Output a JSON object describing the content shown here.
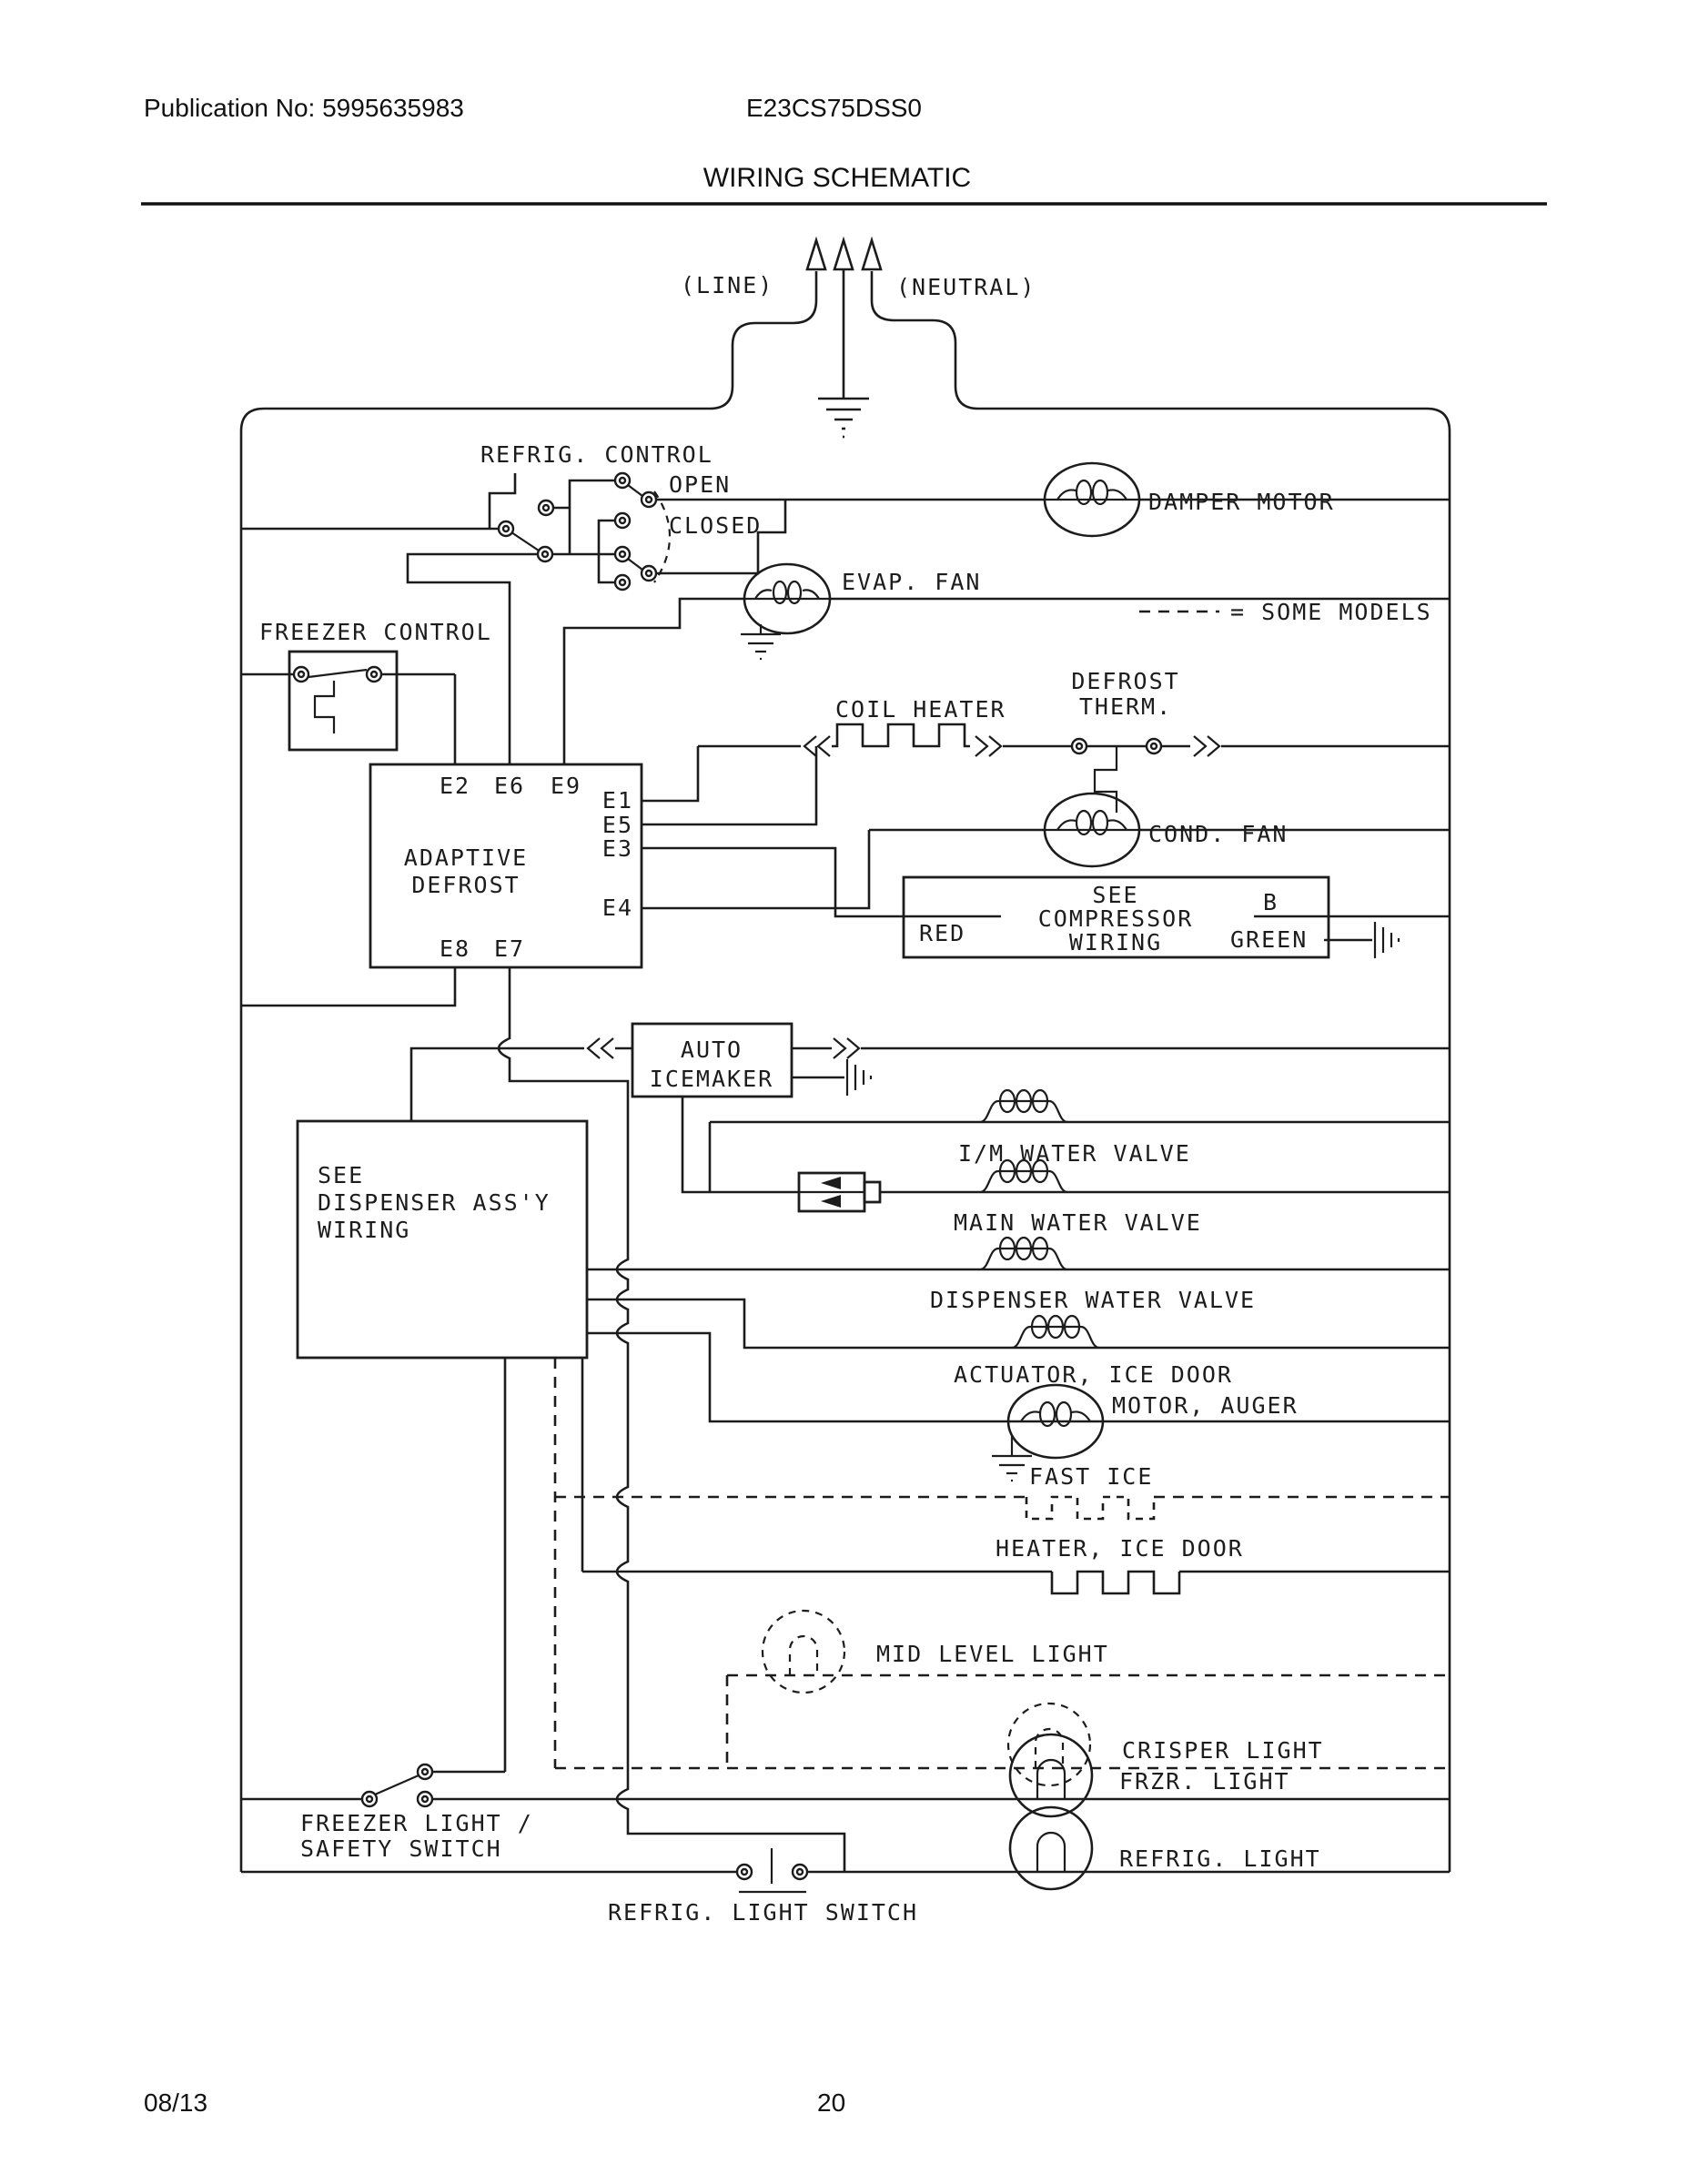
{
  "header": {
    "publication": "Publication No: 5995635983",
    "model": "E23CS75DSS0",
    "title": "WIRING SCHEMATIC"
  },
  "footer": {
    "date": "08/13",
    "page": "20"
  },
  "power": {
    "line": "(LINE)",
    "neutral": "(NEUTRAL)"
  },
  "legend": {
    "some_models": "= SOME MODELS"
  },
  "controls": {
    "refrig_control": "REFRIG. CONTROL",
    "open": "OPEN",
    "closed": "CLOSED",
    "freezer_control": "FREEZER CONTROL"
  },
  "motors": {
    "damper": "DAMPER MOTOR",
    "evap_fan": "EVAP. FAN",
    "cond_fan": "COND. FAN",
    "auger": "MOTOR, AUGER"
  },
  "defrost": {
    "coil_heater": "COIL HEATER",
    "therm_1": "DEFROST",
    "therm_2": "THERM.",
    "adaptive_1": "ADAPTIVE",
    "adaptive_2": "DEFROST",
    "e1": "E1",
    "e2": "E2",
    "e3": "E3",
    "e4": "E4",
    "e5": "E5",
    "e6": "E6",
    "e7": "E7",
    "e8": "E8",
    "e9": "E9"
  },
  "compressor": {
    "see": "SEE",
    "name": "COMPRESSOR",
    "wiring": "WIRING",
    "red": "RED",
    "b": "B",
    "green": "GREEN"
  },
  "icemaker": {
    "auto": "AUTO",
    "name": "ICEMAKER"
  },
  "dispenser_box": {
    "l1": "SEE",
    "l2": "DISPENSER ASS'Y",
    "l3": "WIRING"
  },
  "valves": {
    "im": "I/M WATER VALVE",
    "main": "MAIN WATER VALVE",
    "dispenser": "DISPENSER WATER VALVE",
    "actuator": "ACTUATOR, ICE DOOR"
  },
  "ice": {
    "fast": "FAST ICE",
    "heater": "HEATER, ICE DOOR"
  },
  "lights": {
    "mid": "MID LEVEL LIGHT",
    "crisper": "CRISPER LIGHT",
    "frzr": "FRZR. LIGHT",
    "refrig": "REFRIG. LIGHT",
    "freezer_switch_1": "FREEZER LIGHT /",
    "freezer_switch_2": "SAFETY SWITCH",
    "refrig_switch": "REFRIG. LIGHT SWITCH"
  }
}
